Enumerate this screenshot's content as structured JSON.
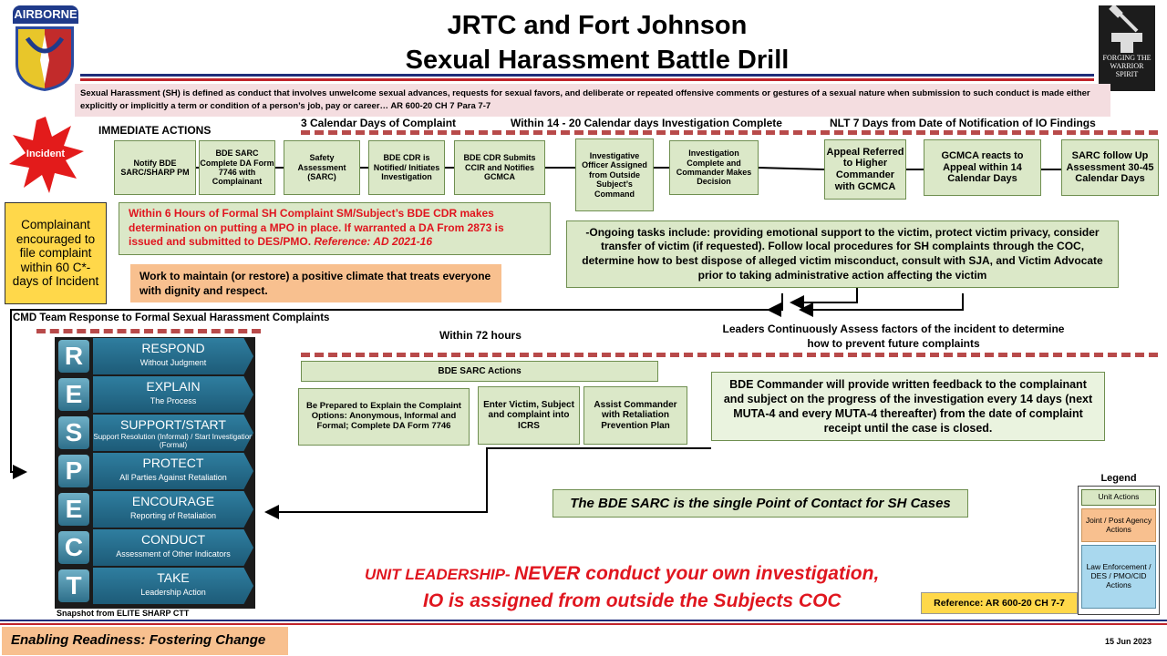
{
  "header": {
    "title_line1": "JRTC and Fort Johnson",
    "title_line2": "Sexual Harassment Battle Drill",
    "left_logo_text": "AIRBORNE",
    "right_logo_text": "FORGING THE WARRIOR SPIRIT"
  },
  "definition": "Sexual Harassment (SH) is defined as conduct that involves unwelcome sexual advances, requests for sexual favors, and deliberate or repeated offensive comments or gestures of a sexual nature when submission to such conduct is made either explicitly or implicitly a term or condition of a person’s job, pay or career… AR 600-20 CH 7 Para 7-7",
  "incident_label": "Incident",
  "complainant_box": "Complainant encouraged to file complaint within 60 C*- days of Incident",
  "immediate_actions": "IMMEDIATE ACTIONS",
  "timeline": {
    "t1": "3 Calendar Days of Complaint",
    "t2": "Within 14 - 20 Calendar days Investigation Complete",
    "t3": "NLT 7 Days from Date of Notification of IO Findings"
  },
  "steps": {
    "s1": "Notify BDE SARC/SHARP PM",
    "s2": "BDE SARC Complete DA Form 7746 with Complainant",
    "s3": "Safety Assessment (SARC)",
    "s4": "BDE CDR is Notified/ Initiates Investigation",
    "s5": "BDE CDR Submits CCIR and Notifies GCMCA",
    "s6": "Investigative Officer Assigned from Outside Subject’s Command",
    "s7": "Investigation Complete and Commander Makes Decision",
    "s8": "Appeal Referred to Higher Commander with GCMCA",
    "s9": "GCMCA reacts to Appeal within 14 Calendar Days",
    "s10": "SARC follow Up Assessment 30-45 Calendar Days"
  },
  "within6": "Within 6 Hours of Formal SH Complaint SM/Subject’s BDE CDR makes determination on putting a MPO in place. If warranted a DA From 2873 is issued and submitted to DES/PMO.",
  "within6_ref": "Reference: AD 2021-16",
  "climate_box": "Work to maintain (or restore) a positive climate that treats everyone with dignity and respect.",
  "ongoing_box": "-Ongoing tasks include: providing emotional support to the victim, protect victim privacy, consider transfer of victim (if requested). Follow local procedures for SH complaints through the COC, determine how to best dispose of alleged victim misconduct, consult with SJA, and Victim Advocate prior to taking administrative action affecting the victim",
  "cmd_team": "CMD Team Response to Formal Sexual Harassment Complaints",
  "leaders_assess": "Leaders Continuously Assess factors of the incident to determine how to prevent future complaints",
  "within72": "Within 72 hours",
  "bde_sarc_actions": "BDE SARC Actions",
  "sarc_box1": "Be Prepared to Explain the Complaint Options: Anonymous, Informal and Formal; Complete DA Form 7746",
  "sarc_box2": "Enter Victim, Subject and complaint into ICRS",
  "sarc_box3": "Assist Commander with Retaliation Prevention Plan",
  "feedback_box": "BDE Commander will provide written feedback to the complainant and subject on the progress of the investigation every 14 days (next MUTA-4 and every MUTA-4 thereafter) from the date of complaint receipt until the case is closed.",
  "poc_box": "The BDE SARC is the single Point of Contact for SH Cases",
  "respect": [
    {
      "letter": "R",
      "word": "RESPOND",
      "sub": "Without Judgment"
    },
    {
      "letter": "E",
      "word": "EXPLAIN",
      "sub": "The Process"
    },
    {
      "letter": "S",
      "word": "SUPPORT/START",
      "sub": "Support Resolution (Informal) / Start Investigation (Formal)"
    },
    {
      "letter": "P",
      "word": "PROTECT",
      "sub": "All Parties Against Retaliation"
    },
    {
      "letter": "E",
      "word": "ENCOURAGE",
      "sub": "Reporting of Retaliation"
    },
    {
      "letter": "C",
      "word": "CONDUCT",
      "sub": "Assessment of Other Indicators"
    },
    {
      "letter": "T",
      "word": "TAKE",
      "sub": "Leadership Action"
    }
  ],
  "snapshot": "Snapshot from ELITE SHARP CTT",
  "unit_leadership_1a": "UNIT LEADERSHIP-",
  "unit_leadership_1b": "NEVER conduct your own investigation,",
  "unit_leadership_2": "IO is assigned from outside the Subjects COC",
  "reference": "Reference: AR 600-20 CH 7-7",
  "legend": {
    "title": "Legend",
    "item1": "Unit Actions",
    "item2": "Joint / Post Agency Actions",
    "item3": "Law Enforcement / DES / PMO/CID Actions"
  },
  "footer_slogan": "Enabling Readiness: Fostering Change",
  "date": "15 Jun 2023",
  "colors": {
    "green_box": "#d9e7c4",
    "orange_box": "#f8c08f",
    "yellow_box": "#ffd84a",
    "blue_box": "#a9d8ee",
    "red_text": "#e0161f",
    "navy_rule": "#1f2d7a"
  }
}
